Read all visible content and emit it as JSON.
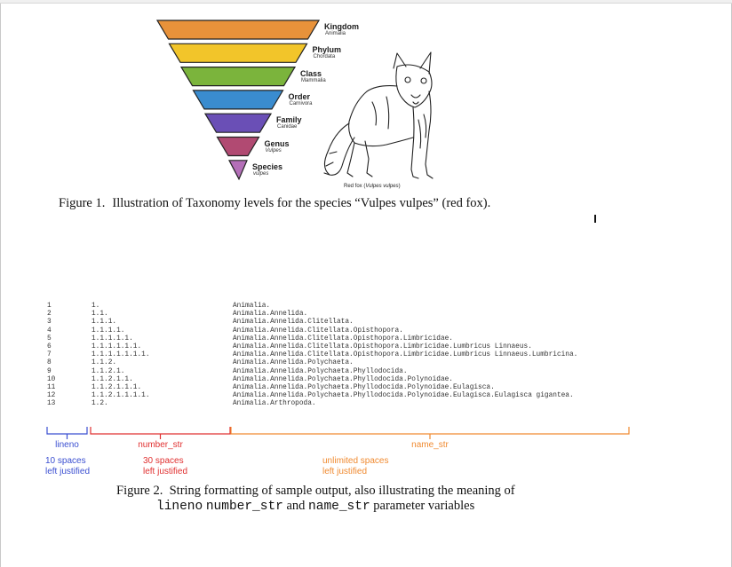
{
  "figure1": {
    "taxonomy": [
      {
        "rank": "Kingdom",
        "name": "Animalia",
        "color": "#e8923a"
      },
      {
        "rank": "Phylum",
        "name": "Chordata",
        "color": "#f2c52a"
      },
      {
        "rank": "Class",
        "name": "Mammalia",
        "color": "#7bb43c"
      },
      {
        "rank": "Order",
        "name": "Carnivora",
        "color": "#3a8ccf"
      },
      {
        "rank": "Family",
        "name": "Canidae",
        "color": "#6a4fb6"
      },
      {
        "rank": "Genus",
        "name": "Vulpes",
        "color": "#b14a72"
      },
      {
        "rank": "Species",
        "name": "vulpes",
        "color": "#b46fb8"
      }
    ],
    "fox_caption_prefix": "Red fox (",
    "fox_caption_italic": "Vulpes vulpes",
    "fox_caption_suffix": ")",
    "caption_number": "Figure 1.",
    "caption_text": "Illustration of Taxonomy levels for the species “Vulpes vulpes” (red fox)."
  },
  "figure2": {
    "rows": [
      {
        "lineno": "1",
        "number_str": "1.",
        "name_str": "Animalia."
      },
      {
        "lineno": "2",
        "number_str": "1.1.",
        "name_str": "Animalia.Annelida."
      },
      {
        "lineno": "3",
        "number_str": "1.1.1.",
        "name_str": "Animalia.Annelida.Clitellata."
      },
      {
        "lineno": "4",
        "number_str": "1.1.1.1.",
        "name_str": "Animalia.Annelida.Clitellata.Opisthopora."
      },
      {
        "lineno": "5",
        "number_str": "1.1.1.1.1.",
        "name_str": "Animalia.Annelida.Clitellata.Opisthopora.Limbricidae."
      },
      {
        "lineno": "6",
        "number_str": "1.1.1.1.1.1.",
        "name_str": "Animalia.Annelida.Clitellata.Opisthopora.Limbricidae.Lumbricus Linnaeus."
      },
      {
        "lineno": "7",
        "number_str": "1.1.1.1.1.1.1.",
        "name_str": "Animalia.Annelida.Clitellata.Opisthopora.Limbricidae.Lumbricus Linnaeus.Lumbricina."
      },
      {
        "lineno": "8",
        "number_str": "1.1.2.",
        "name_str": "Animalia.Annelida.Polychaeta."
      },
      {
        "lineno": "9",
        "number_str": "1.1.2.1.",
        "name_str": "Animalia.Annelida.Polychaeta.Phyllodocida."
      },
      {
        "lineno": "10",
        "number_str": "1.1.2.1.1.",
        "name_str": "Animalia.Annelida.Polychaeta.Phyllodocida.Polynoidae."
      },
      {
        "lineno": "11",
        "number_str": "1.1.2.1.1.1.",
        "name_str": "Animalia.Annelida.Polychaeta.Phyllodocida.Polynoidae.Eulagisca."
      },
      {
        "lineno": "12",
        "number_str": "1.1.2.1.1.1.1.",
        "name_str": "Animalia.Annelida.Polychaeta.Phyllodocida.Polynoidae.Eulagisca.Eulagisca gigantea."
      },
      {
        "lineno": "13",
        "number_str": "1.2.",
        "name_str": "Animalia.Arthropoda."
      }
    ],
    "brackets": [
      {
        "label": "lineno",
        "desc1": "10 spaces",
        "desc2": "left justified",
        "color": "#3b4fd1"
      },
      {
        "label": "number_str",
        "desc1": "30 spaces",
        "desc2": "left justified",
        "color": "#e03030"
      },
      {
        "label": "name_str",
        "desc1": "unlimited spaces",
        "desc2": "left justified",
        "color": "#f08a30"
      }
    ],
    "caption_line1": "Figure 2.  String formatting of sample output, also illustrating the meaning of",
    "caption_var1": "lineno",
    "caption_var2": "number_str",
    "caption_and": "and",
    "caption_var3": "name_str",
    "caption_tail": "parameter variables"
  }
}
